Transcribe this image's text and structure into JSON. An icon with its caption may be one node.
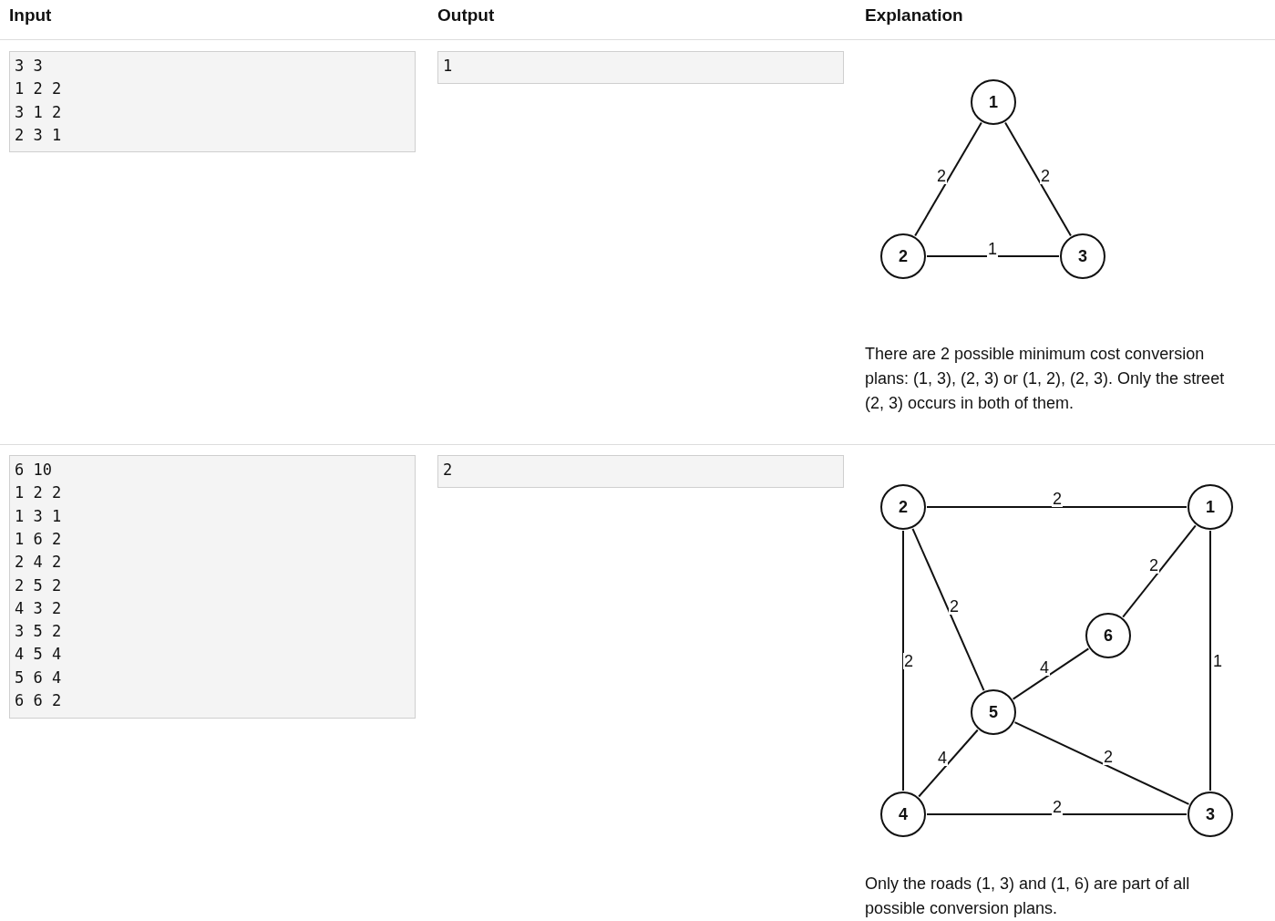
{
  "diagram": {
    "nodes": [
      {
        "text": [
          "1"
        ]
      },
      {
        "text": [
          "2"
        ]
      },
      {
        "text": [
          "3"
        ]
      },
      {
        "text": [
          "2"
        ]
      },
      {
        "text": [
          "1"
        ]
      },
      {
        "text": [
          "6"
        ]
      },
      {
        "text": [
          "5"
        ]
      },
      {
        "text": [
          "4"
        ]
      },
      {
        "text": [
          "3"
        ]
      }
    ],
    "edges": [
      {
        "from": 0,
        "to": 1,
        "arrow": "none",
        "label": "2"
      },
      {
        "from": 0,
        "to": 2,
        "arrow": "none",
        "label": "2"
      },
      {
        "from": 1,
        "to": 2,
        "arrow": "none",
        "label": "1"
      },
      {
        "from": 3,
        "to": 4,
        "arrow": "none",
        "label": "2"
      },
      {
        "from": 4,
        "to": 5,
        "arrow": "none",
        "label": "2"
      },
      {
        "from": 4,
        "to": 8,
        "arrow": "none",
        "label": "1"
      },
      {
        "from": 3,
        "to": 6,
        "arrow": "none",
        "label": "2"
      },
      {
        "from": 3,
        "to": 7,
        "arrow": "none",
        "label": "2"
      },
      {
        "from": 5,
        "to": 6,
        "arrow": "none",
        "label": "4"
      },
      {
        "from": 6,
        "to": 7,
        "arrow": "none",
        "label": "4"
      },
      {
        "from": 6,
        "to": 8,
        "arrow": "none",
        "label": "2"
      },
      {
        "from": 7,
        "to": 8,
        "arrow": "none",
        "label": "2"
      }
    ],
    "labels": [
      "Input",
      "Output",
      "Explanation",
      "3 3",
      "1 2 2",
      "3 1 2",
      "2 3 1",
      "1",
      "There are 2 possible minimum cost conversion plans: (1, 3), (2, 3) or (1, 2), (2, 3). Only the street (2, 3) occurs in both of them.",
      "6 10",
      "1 2 2",
      "1 3 1",
      "1 6 2",
      "2 4 2",
      "2 5 2",
      "4 3 2",
      "3 5 2",
      "4 5 4",
      "5 6 4",
      "6 6 2",
      "2",
      "Only the roads (1, 3) and (1, 6) are part of all possible conversion plans."
    ]
  }
}
